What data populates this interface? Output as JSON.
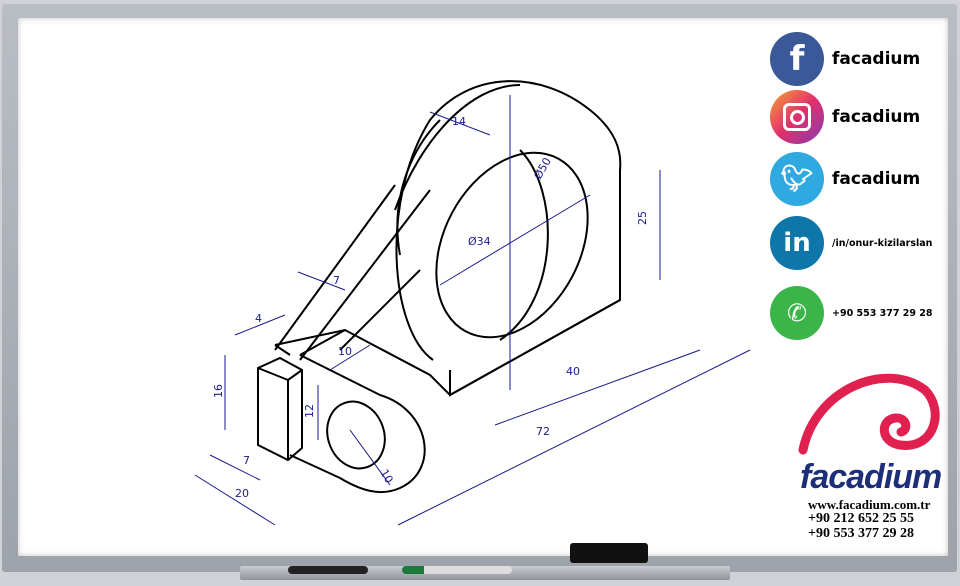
{
  "drawing": {
    "dimensions": [
      "14",
      "Ø50",
      "Ø34",
      "25",
      "7",
      "4",
      "10",
      "16",
      "12",
      "40",
      "72",
      "7",
      "20",
      "10"
    ],
    "line_color": "#000000",
    "dimension_color": "#1a1a8c"
  },
  "social": [
    {
      "icon": "facebook-icon",
      "label": "facadium",
      "color": "#3b5998"
    },
    {
      "icon": "instagram-icon",
      "label": "facadium",
      "color": "#c13584"
    },
    {
      "icon": "twitter-icon",
      "label": "facadium",
      "color": "#2fa9e0"
    },
    {
      "icon": "linkedin-icon",
      "label": "/in/onur-kizilarslan",
      "color": "#0e76a8"
    },
    {
      "icon": "whatsapp-icon",
      "label": "+90 553 377 29 28",
      "color": "#3bb54a"
    }
  ],
  "brand": {
    "name": "facadium",
    "website": "www.facadium.com.tr",
    "phone1": "+90 212 652 25 55",
    "phone2": "+90 553 377 29 28",
    "logo_color": "#e0204f",
    "text_color": "#1c2f78"
  }
}
